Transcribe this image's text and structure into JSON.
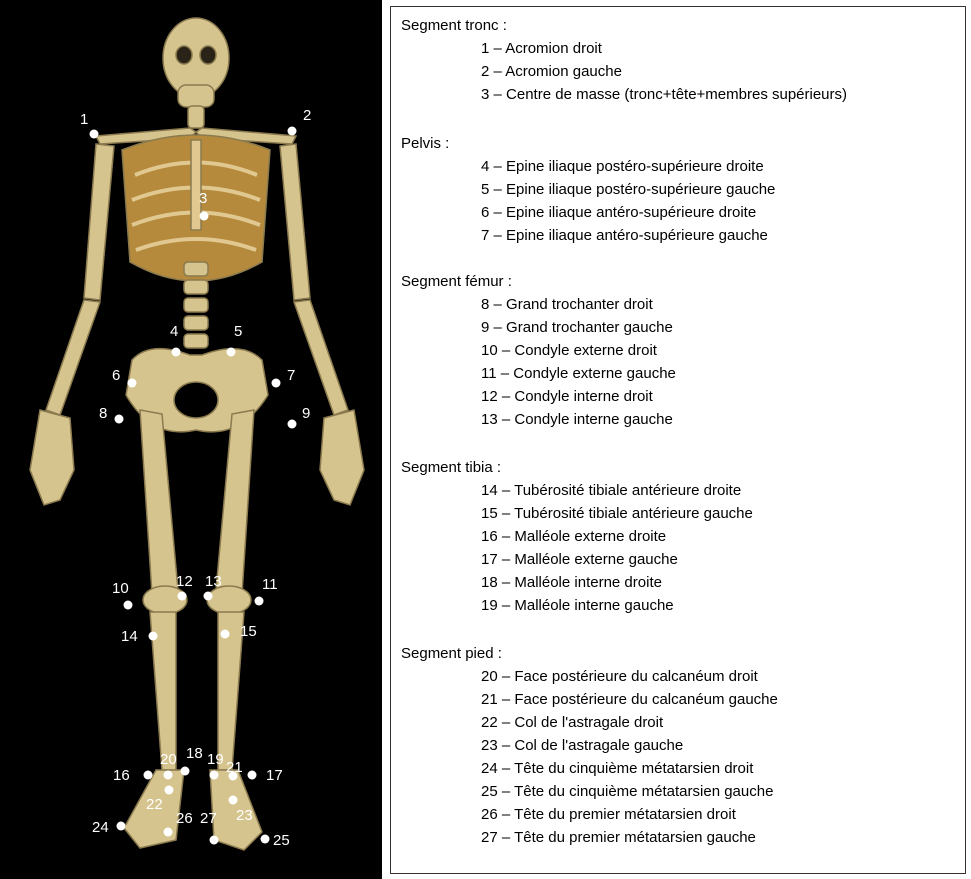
{
  "skeleton_image": {
    "name": "skeleton-front-view",
    "background": "#000000",
    "bone_color": "#d6c48f",
    "marker_color": "#ffffff",
    "marker_labels": [
      "1",
      "2",
      "3",
      "4",
      "5",
      "6",
      "7",
      "8",
      "9",
      "10",
      "11",
      "12",
      "13",
      "14",
      "15",
      "16",
      "17",
      "18",
      "19",
      "20",
      "21",
      "22",
      "23",
      "24",
      "25",
      "26",
      "27"
    ]
  },
  "legend": {
    "sections": [
      {
        "title": "Segment tronc :",
        "items": [
          {
            "num": "1",
            "text": "Acromion droit"
          },
          {
            "num": "2",
            "text": "Acromion gauche"
          },
          {
            "num": "3",
            "text": "Centre de masse (tronc+tête+membres supérieurs)"
          }
        ]
      },
      {
        "title": "Pelvis :",
        "items": [
          {
            "num": "4",
            "text": "Epine iliaque postéro-supérieure droite"
          },
          {
            "num": "5",
            "text": "Epine iliaque postéro-supérieure gauche"
          },
          {
            "num": "6",
            "text": "Epine iliaque antéro-supérieure droite"
          },
          {
            "num": "7",
            "text": "Epine iliaque antéro-supérieure gauche"
          }
        ]
      },
      {
        "title": "Segment fémur :",
        "items": [
          {
            "num": "8",
            "text": "Grand trochanter droit"
          },
          {
            "num": "9",
            "text": "Grand trochanter gauche"
          },
          {
            "num": "10",
            "text": "Condyle externe droit"
          },
          {
            "num": "11",
            "text": "Condyle externe gauche"
          },
          {
            "num": "12",
            "text": "Condyle interne droit"
          },
          {
            "num": "13",
            "text": "Condyle interne gauche"
          }
        ]
      },
      {
        "title": "Segment tibia :",
        "items": [
          {
            "num": "14",
            "text": "Tubérosité tibiale antérieure droite"
          },
          {
            "num": "15",
            "text": "Tubérosité tibiale antérieure gauche"
          },
          {
            "num": "16",
            "text": "Malléole externe droite"
          },
          {
            "num": "17",
            "text": "Malléole externe gauche"
          },
          {
            "num": "18",
            "text": "Malléole interne droite"
          },
          {
            "num": "19",
            "text": "Malléole interne gauche"
          }
        ]
      },
      {
        "title": "Segment pied :",
        "items": [
          {
            "num": "20",
            "text": "Face postérieure du calcanéum droit"
          },
          {
            "num": "21",
            "text": "Face postérieure du calcanéum gauche"
          },
          {
            "num": "22",
            "text": "Col de l'astragale droit"
          },
          {
            "num": "23",
            "text": "Col de l'astragale gauche"
          },
          {
            "num": "24",
            "text": "Tête du cinquième métatarsien droit"
          },
          {
            "num": "25",
            "text": "Tête du cinquième métatarsien gauche"
          },
          {
            "num": "26",
            "text": "Tête du premier métatarsien droit"
          },
          {
            "num": "27",
            "text": "Tête du premier métatarsien gauche"
          }
        ]
      }
    ]
  }
}
